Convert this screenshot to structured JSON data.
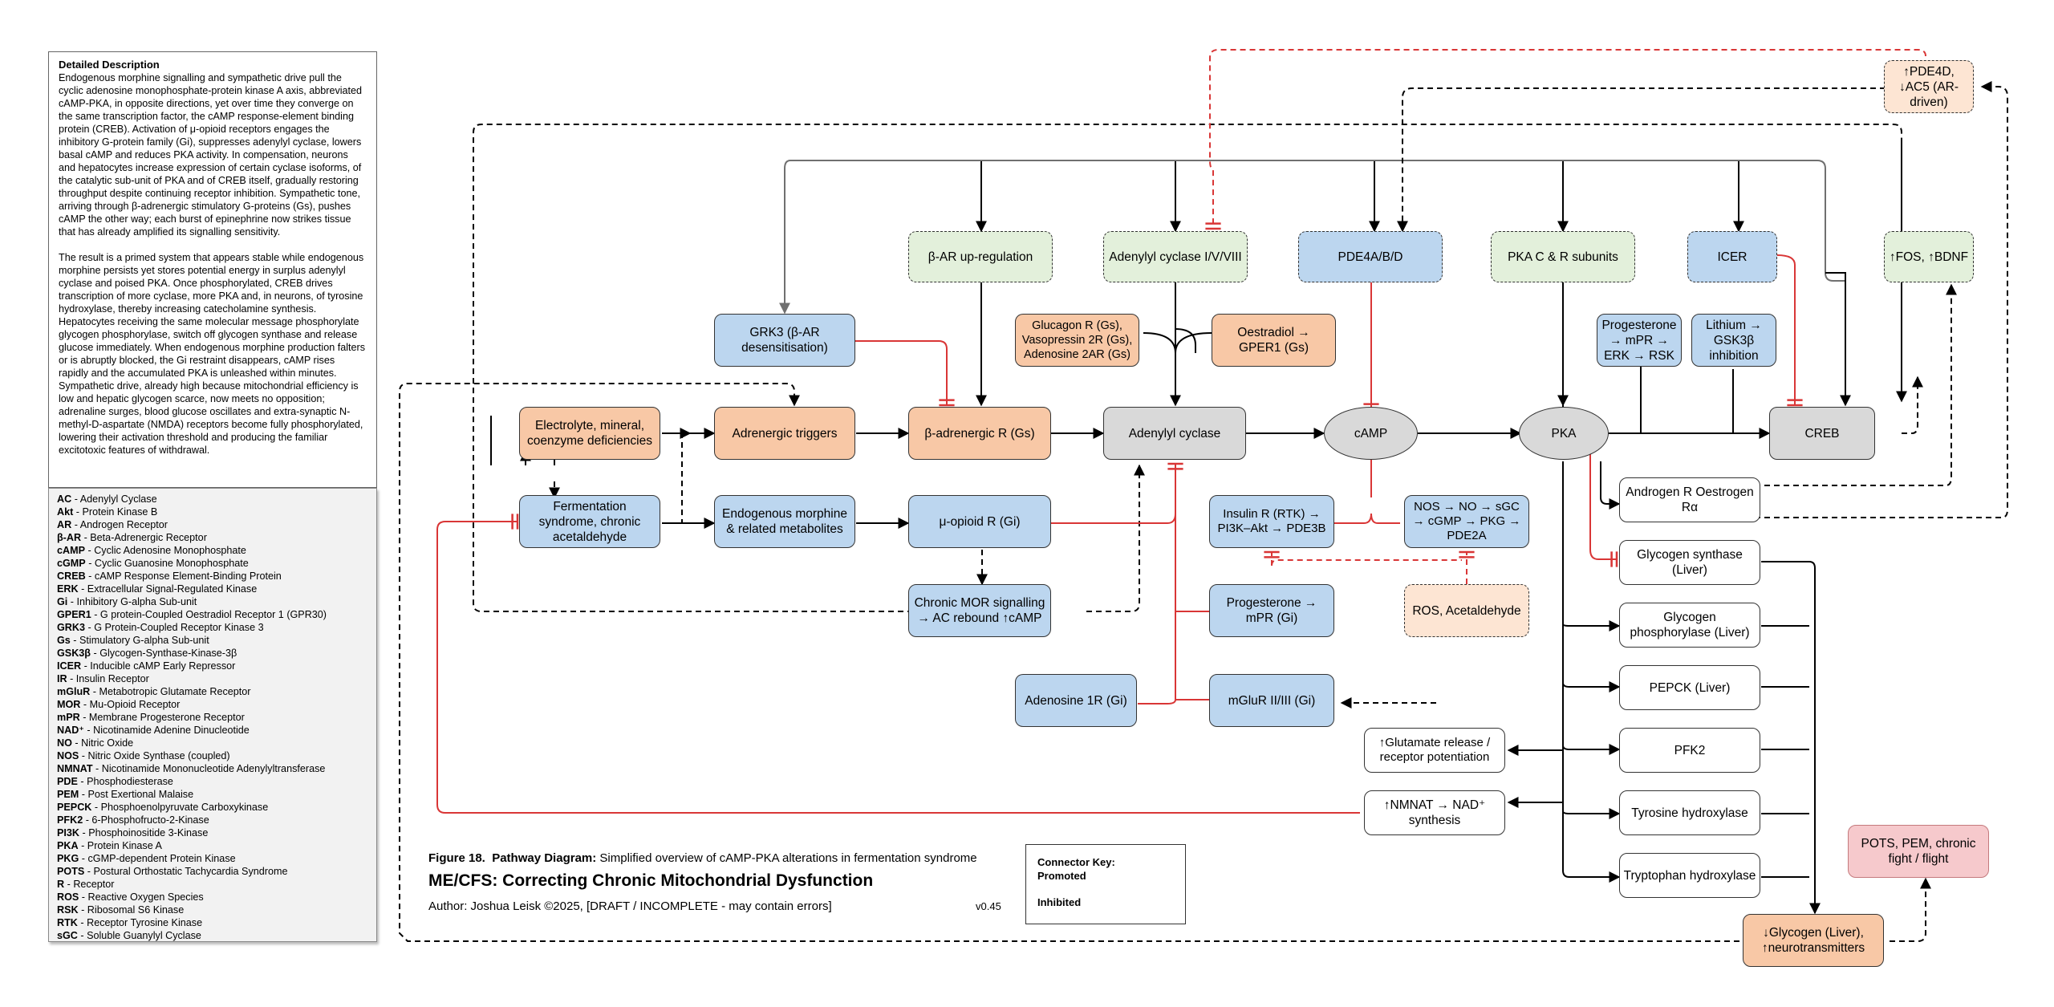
{
  "description": {
    "title": "Detailed Description",
    "para1": "Endogenous morphine signalling and sympathetic drive pull the cyclic adenosine monophosphate-protein kinase A axis, abbreviated cAMP-PKA, in opposite directions, yet over time they converge on the same transcription factor, the cAMP response-element binding protein (CREB). Activation of μ-opioid receptors engages the inhibitory G-protein family (Gi), suppresses adenylyl cyclase, lowers basal cAMP and reduces PKA activity. In compensation, neurons and hepatocytes increase expression of certain cyclase isoforms, of the catalytic sub-unit of PKA and of CREB itself, gradually restoring throughput despite continuing receptor inhibition. Sympathetic tone, arriving through β-adrenergic stimulatory G-proteins (Gs), pushes cAMP the other way; each burst of epinephrine now strikes tissue that has already amplified its signalling sensitivity.",
    "para2": "The result is a primed system that appears stable while endogenous morphine persists yet stores potential energy in surplus adenylyl cyclase and poised PKA. Once phosphorylated, CREB drives transcription of more cyclase, more PKA and, in neurons, of tyrosine hydroxylase, thereby increasing catecholamine synthesis. Hepatocytes receiving the same molecular message phosphorylate glycogen phosphorylase, switch off glycogen synthase and release glucose immediately. When endogenous morphine production falters or is abruptly blocked, the Gi restraint disappears, cAMP rises rapidly and the accumulated PKA is unleashed within minutes. Sympathetic drive, already high because mitochondrial efficiency is low and hepatic glycogen scarce, now meets no opposition; adrenaline surges, blood glucose oscillates and extra-synaptic N-methyl-D-aspartate (NMDA) receptors become fully phosphorylated, lowering their activation threshold and producing the familiar excitotoxic features of withdrawal."
  },
  "abbreviations": [
    {
      "key": "AC",
      "text": "Adenylyl Cyclase"
    },
    {
      "key": "Akt",
      "text": "Protein Kinase B"
    },
    {
      "key": "AR",
      "text": "Androgen Receptor"
    },
    {
      "key": "β-AR",
      "text": "Beta-Adrenergic Receptor"
    },
    {
      "key": "cAMP",
      "text": "Cyclic Adenosine Monophosphate"
    },
    {
      "key": "cGMP",
      "text": "Cyclic Guanosine Monophosphate"
    },
    {
      "key": "CREB",
      "text": "cAMP Response Element-Binding Protein"
    },
    {
      "key": "ERK",
      "text": "Extracellular Signal-Regulated Kinase"
    },
    {
      "key": "Gi",
      "text": "Inhibitory G-alpha Sub-unit"
    },
    {
      "key": "GPER1",
      "text": "G protein-Coupled Oestradiol Receptor 1 (GPR30)"
    },
    {
      "key": "GRK3",
      "text": "G Protein-Coupled Receptor Kinase 3"
    },
    {
      "key": "Gs",
      "text": "Stimulatory G-alpha Sub-unit"
    },
    {
      "key": "GSK3β",
      "text": "Glycogen-Synthase-Kinase-3β"
    },
    {
      "key": "ICER",
      "text": "Inducible cAMP Early Repressor"
    },
    {
      "key": "IR",
      "text": "Insulin Receptor"
    },
    {
      "key": "mGluR",
      "text": "Metabotropic Glutamate Receptor"
    },
    {
      "key": "MOR",
      "text": "Mu-Opioid Receptor"
    },
    {
      "key": "mPR",
      "text": "Membrane Progesterone Receptor"
    },
    {
      "key": "NAD⁺",
      "text": "Nicotinamide Adenine Dinucleotide"
    },
    {
      "key": "NO",
      "text": "Nitric Oxide"
    },
    {
      "key": "NOS",
      "text": "Nitric Oxide Synthase (coupled)"
    },
    {
      "key": "NMNAT",
      "text": "Nicotinamide Mononucleotide Adenylyltransferase"
    },
    {
      "key": "PDE",
      "text": "Phosphodiesterase"
    },
    {
      "key": "PEM",
      "text": "Post Exertional Malaise"
    },
    {
      "key": "PEPCK",
      "text": "Phosphoenolpyruvate Carboxykinase"
    },
    {
      "key": "PFK2",
      "text": "6-Phosphofructo-2-Kinase"
    },
    {
      "key": "PI3K",
      "text": "Phosphoinositide 3-Kinase"
    },
    {
      "key": "PKA",
      "text": "Protein Kinase A"
    },
    {
      "key": "PKG",
      "text": "cGMP-dependent Protein Kinase"
    },
    {
      "key": "POTS",
      "text": "Postural Orthostatic Tachycardia Syndrome"
    },
    {
      "key": "R",
      "text": "Receptor"
    },
    {
      "key": "ROS",
      "text": "Reactive Oxygen Species"
    },
    {
      "key": "RSK",
      "text": "Ribosomal S6 Kinase"
    },
    {
      "key": "RTK",
      "text": "Receptor Tyrosine Kinase"
    },
    {
      "key": "sGC",
      "text": "Soluble Guanylyl Cyclase"
    }
  ],
  "nodes": {
    "beta_ar_up": "β-AR up-regulation",
    "ac_isoforms": "Adenylyl cyclase I/V/VIII",
    "pde4": "PDE4A/B/D",
    "pka_subunits": "PKA C & R subunits",
    "icer": "ICER",
    "pde4d_ac5": "↑PDE4D, ↓AC5 (AR-driven)",
    "fos_bdnf": "↑FOS, ↑BDNF",
    "grk3": "GRK3 (β-AR desensitisation)",
    "glucagon": "Glucagon R (Gs), Vasopressin 2R (Gs), Adenosine 2AR (Gs)",
    "oestradiol": "Oestradiol → GPER1 (Gs)",
    "progesterone_erk": "Progesterone → mPR → ERK → RSK",
    "lithium": "Lithium → GSK3β inhibition",
    "electrolyte": "Electrolyte, mineral, coenzyme deficiencies",
    "adrenergic_triggers": "Adrenergic triggers",
    "beta_adrenergic_r": "β-adrenergic R (Gs)",
    "adenylyl_cyclase": "Adenylyl cyclase",
    "camp": "cAMP",
    "pka": "PKA",
    "creb": "CREB",
    "fermentation": "Fermentation syndrome, chronic acetaldehyde",
    "endo_morphine": "Endogenous morphine & related metabolites",
    "mu_opioid": "μ-opioid R (Gi)",
    "insulin_r": "Insulin R (RTK) → PI3K–Akt → PDE3B",
    "nos": "NOS → NO → sGC → cGMP → PKG → PDE2A",
    "androgen_r": "Androgen R Oestrogen Rα",
    "chronic_mor": "Chronic MOR signalling → AC rebound ↑cAMP",
    "progesterone_mpr": "Progesterone → mPR (Gi)",
    "ros": "ROS, Acetaldehyde",
    "glycogen_synthase": "Glycogen synthase (Liver)",
    "glycogen_phosphorylase": "Glycogen phosphorylase (Liver)",
    "adenosine_1r": "Adenosine 1R (Gi)",
    "mglur": "mGluR II/III (Gi)",
    "pepck": "PEPCK (Liver)",
    "glutamate": "↑Glutamate release / receptor potentiation",
    "pfk2": "PFK2",
    "nmnat": "↑NMNAT → NAD⁺ synthesis",
    "tyrosine_hydroxylase": "Tyrosine hydroxylase",
    "tryptophan_hydroxylase": "Tryptophan hydroxylase",
    "pots": "POTS, PEM, chronic fight / flight",
    "glycogen_liver": "↓Glycogen (Liver), ↑neurotransmitters"
  },
  "footer": {
    "figure_label": "Figure 18.",
    "figure_bold": "Pathway Diagram:",
    "figure_caption": "Simplified overview of cAMP-PKA alterations in fermentation syndrome",
    "title": "ME/CFS: Correcting Chronic Mitochondrial Dysfunction",
    "author": "Author: Joshua Leisk ©2025, [DRAFT / INCOMPLETE - may contain errors]",
    "version": "v0.45"
  },
  "key": {
    "title": "Connector Key:",
    "promoted": "Promoted",
    "inhibited": "Inhibited"
  },
  "colors": {
    "promote": "#000000",
    "inhibit": "#d93636",
    "feedback_grey": "#707070",
    "orange_node": "#f8c8a6",
    "blue_node": "#bcd6ef",
    "grey_node": "#d9d9d9",
    "green_node": "#e3f0db",
    "peach_node": "#fde5d3",
    "pink_node": "#f6c9cc"
  }
}
